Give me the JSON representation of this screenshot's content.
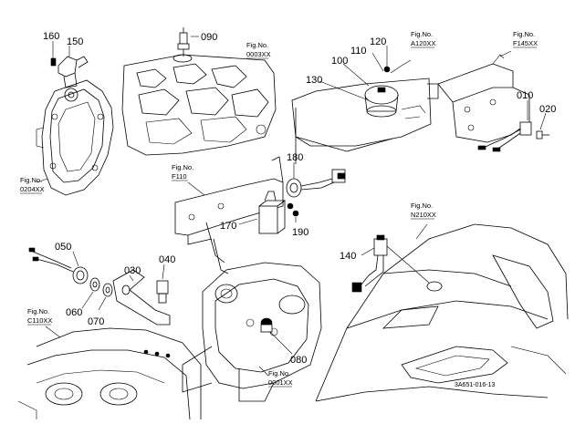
{
  "labels": {
    "n160": "160",
    "n150": "150",
    "n090": "090",
    "n120": "120",
    "n110": "110",
    "n100": "100",
    "n130": "130",
    "n010": "010",
    "n020": "020",
    "n180": "180",
    "n170": "170",
    "n190": "190",
    "n050": "050",
    "n060": "060",
    "n070": "070",
    "n030": "030",
    "n040": "040",
    "n140": "140",
    "n080": "080"
  },
  "figs": {
    "fig_label": "Fig.No.",
    "f0003": "0003XX",
    "fA120": "A120XX",
    "fF145": "F145XX",
    "f0204": "0204XX",
    "fF110": "F110",
    "fN210": "N210XX",
    "fC110": "C110XX",
    "f0001": "0001XX"
  },
  "drawing_code": "3A651-016-13"
}
